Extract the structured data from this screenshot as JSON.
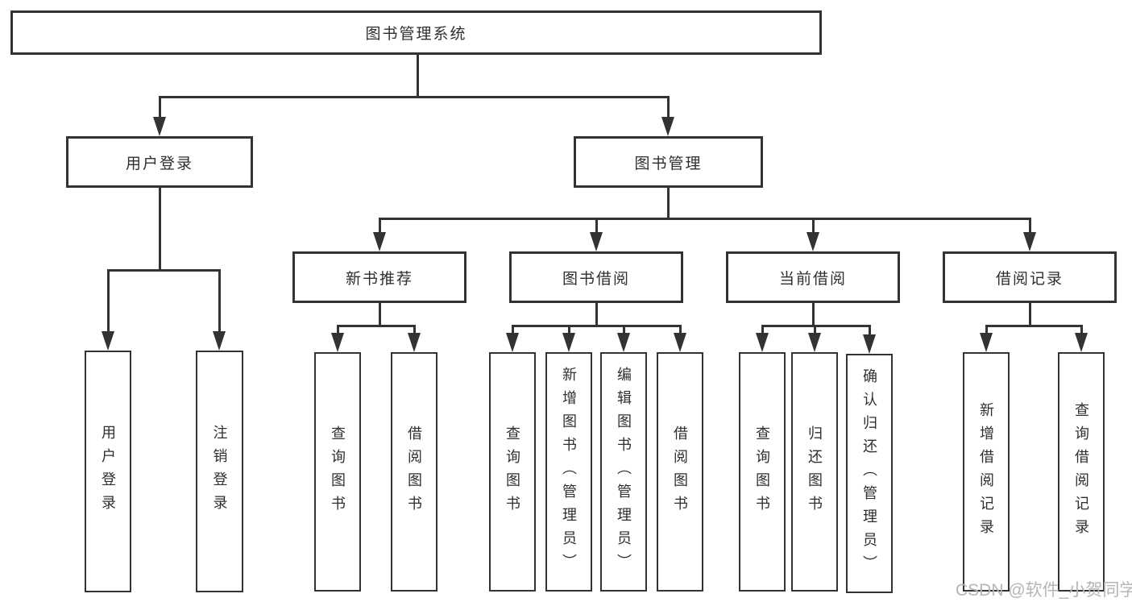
{
  "colors": {
    "line": "#333333",
    "text": "#2f2f2f",
    "box_background": "#ffffff",
    "watermark": "#b5b5b5"
  },
  "root": {
    "label": "图书管理系统"
  },
  "branches": {
    "user_login": {
      "label": "用户登录",
      "children": [
        {
          "label": "用户登录"
        },
        {
          "label": "注销登录"
        }
      ]
    },
    "book_mgmt": {
      "label": "图书管理",
      "children": [
        {
          "label": "新书推荐",
          "children": [
            {
              "label": "查询图书"
            },
            {
              "label": "借阅图书"
            }
          ]
        },
        {
          "label": "图书借阅",
          "children": [
            {
              "label": "查询图书"
            },
            {
              "label": "新增图书（管理员）"
            },
            {
              "label": "编辑图书（管理员）"
            },
            {
              "label": "借阅图书"
            }
          ]
        },
        {
          "label": "当前借阅",
          "children": [
            {
              "label": "查询图书"
            },
            {
              "label": "归还图书"
            },
            {
              "label": "确认归还（管理员）"
            }
          ]
        },
        {
          "label": "借阅记录",
          "children": [
            {
              "label": "新增借阅记录"
            },
            {
              "label": "查询借阅记录"
            }
          ]
        }
      ]
    }
  },
  "watermark": {
    "text": "CSDN @软件_小贺同学"
  }
}
